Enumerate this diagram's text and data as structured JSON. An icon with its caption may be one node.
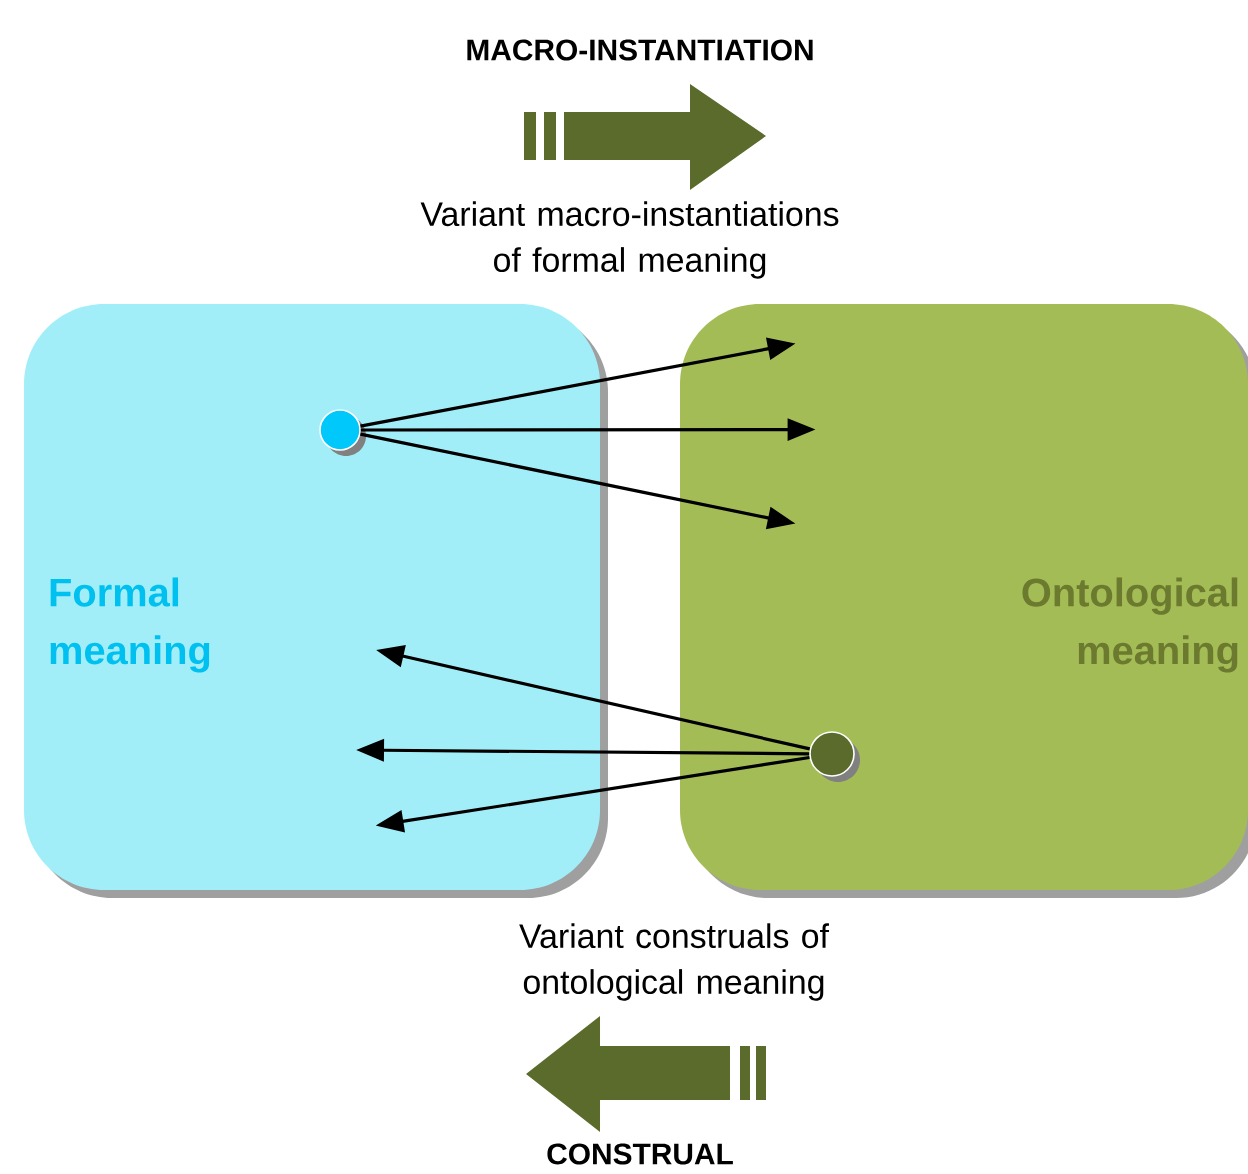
{
  "diagram": {
    "nodes": [
      {
        "text": [
          "Formal meaning"
        ]
      },
      {
        "text": [
          "Ontological meaning"
        ]
      },
      {
        "text": [],
        "shape": "circle",
        "in": 0
      },
      {
        "text": [],
        "shape": "circle",
        "in": 1
      }
    ],
    "edges": [
      {
        "from": 2,
        "to": 1,
        "arrow": "to"
      },
      {
        "from": 2,
        "to": 1,
        "arrow": "to"
      },
      {
        "from": 2,
        "to": 1,
        "arrow": "to"
      },
      {
        "from": 3,
        "to": null,
        "arrow": "to"
      },
      {
        "from": 3,
        "to": null,
        "arrow": "to"
      },
      {
        "from": 3,
        "to": 0,
        "arrow": "to"
      }
    ],
    "labels": [
      "MACRO-INSTANTIATION",
      "Variant macro-instantiations of formal meaning",
      "Variant construals of ontological meaning",
      "CONSTRUAL"
    ]
  }
}
